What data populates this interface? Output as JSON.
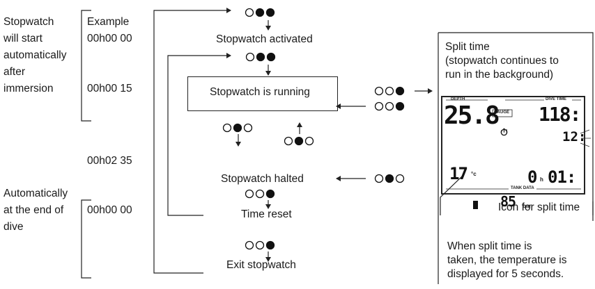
{
  "left_notes": {
    "start": [
      "Stopwatch",
      "will start",
      "automatically",
      "after",
      "immersion"
    ],
    "end": [
      "Automatically",
      "at the end of",
      "dive"
    ]
  },
  "times": {
    "example_label": "Example",
    "t1": "00h00 00",
    "t2": "00h00 15",
    "t3": "00h02 35",
    "t4": "00h00 00"
  },
  "states": {
    "activated": "Stopwatch activated",
    "running": "Stopwatch is running",
    "halted": "Stopwatch halted",
    "reset": "Time reset",
    "exit": "Exit stopwatch"
  },
  "split_panel": {
    "title": "Split time",
    "subtitle_line1": "(stopwatch continues to",
    "subtitle_line2": "run in the background)",
    "icon_caption": "Icon for split time",
    "note_line1": "When split time is",
    "note_line2": "taken, the temperature is",
    "note_line3": "displayed for 5 seconds."
  },
  "display": {
    "depth_label": "DEPTH",
    "depth_value": "25.8",
    "gauge_label": "GAUGE",
    "divetime_label": "DIVE TIME",
    "divetime_value": "118:",
    "split_seconds": "12:",
    "stopwatch_symbol": "⏱",
    "temp_value": "17",
    "temp_unit": "°c",
    "elapsed_hours": "0",
    "hour_unit": "h",
    "elapsed_minutes": "01:",
    "tank_label": "TANK DATA",
    "tank_value": "85",
    "tank_unit": "bar"
  },
  "colors": {
    "line": "#222222",
    "accent": "#1a1a1a"
  }
}
